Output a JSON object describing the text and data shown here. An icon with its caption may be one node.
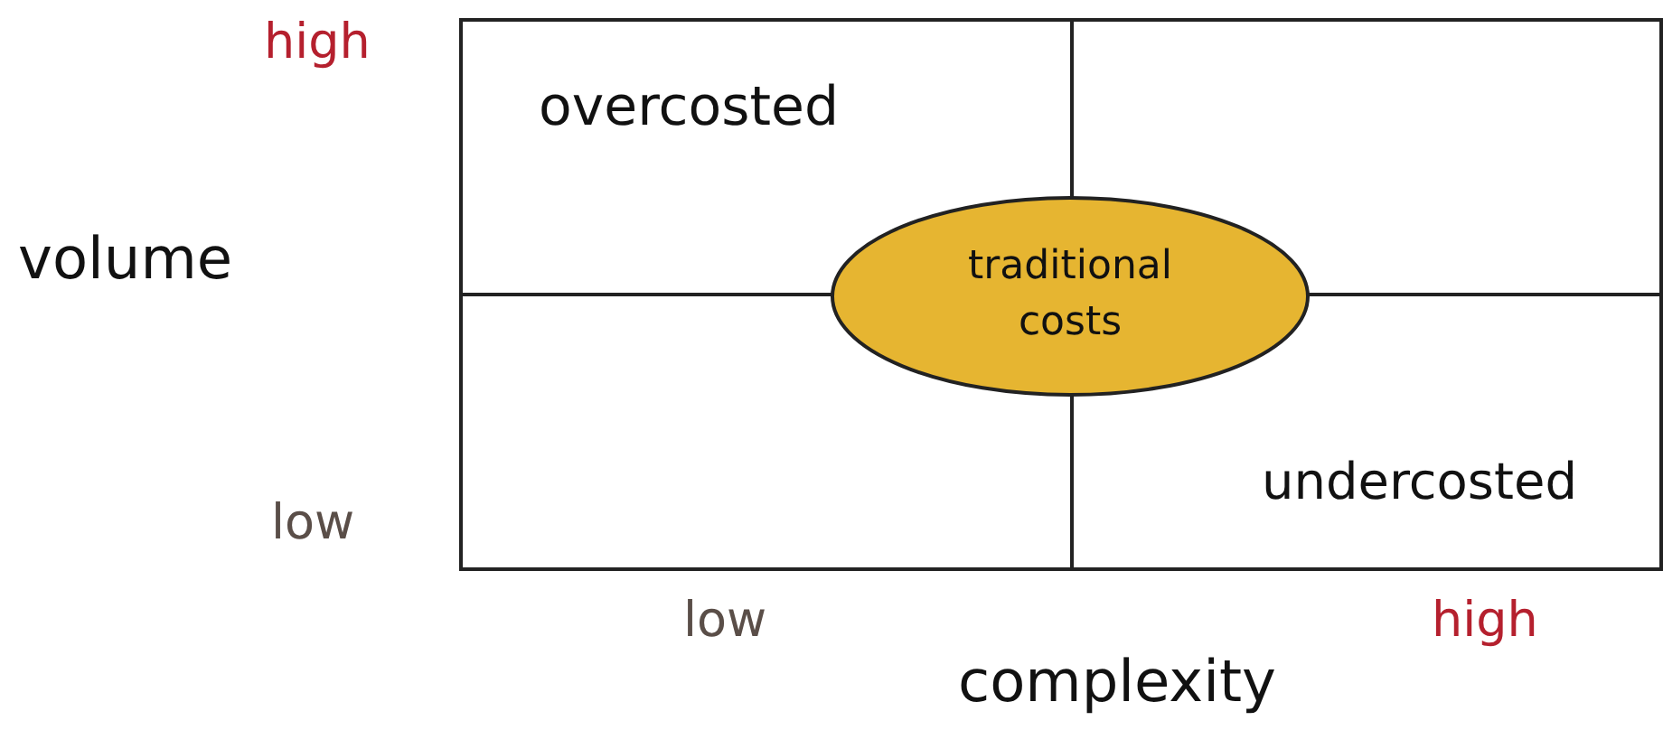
{
  "diagram": {
    "nodes": [
      {
        "text": [
          "overcosted"
        ]
      },
      {
        "text": [],
        "shape": "box"
      },
      {
        "text": [],
        "shape": "box"
      },
      {
        "text": [
          "undercosted"
        ]
      },
      {
        "text": [
          "traditional costs"
        ]
      }
    ],
    "labels": [
      "high",
      "volume",
      "low",
      "low",
      "high",
      "complexity"
    ]
  }
}
